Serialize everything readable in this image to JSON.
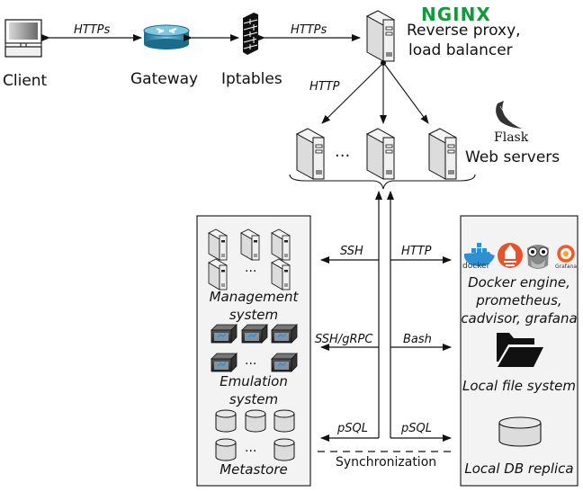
{
  "nodes": {
    "client": {
      "label": "Client",
      "icon": "computer-icon"
    },
    "gateway": {
      "label": "Gateway",
      "icon": "router-icon"
    },
    "iptables": {
      "label": "Iptables",
      "icon": "firewall-icon"
    },
    "proxy": {
      "brand": "NGINX",
      "label_line1": "Reverse proxy,",
      "label_line2": "load balancer",
      "icon": "server-icon",
      "brand_color": "#109a3c"
    },
    "web_servers": {
      "brand": "Flask",
      "label": "Web servers",
      "ellipsis": "...",
      "icon": "server-icon"
    },
    "management": {
      "label_line1": "Management",
      "label_line2": "system",
      "ellipsis": "..."
    },
    "emulation": {
      "label_line1": "Emulation",
      "label_line2": "system",
      "ellipsis": "..."
    },
    "metastore": {
      "label": "Metastore",
      "ellipsis": "..."
    },
    "tools": {
      "label_line1": "Docker engine,",
      "label_line2": "prometheus,",
      "label_line3": "cadvisor, grafana",
      "docker_text": "docker",
      "grafana_text": "Grafana"
    },
    "local_fs": {
      "label": "Local file system",
      "icon": "folder-icon"
    },
    "local_db": {
      "label": "Local DB replica",
      "icon": "database-icon"
    }
  },
  "edges": {
    "client_gateway": "HTTPs",
    "iptables_proxy": "HTTPs",
    "proxy_web": "HTTP",
    "ssh": "SSH",
    "http": "HTTP",
    "ssh_grpc": "SSH/gRPC",
    "bash": "Bash",
    "psql_left": "pSQL",
    "psql_right": "pSQL",
    "sync": "Synchronization"
  },
  "colors": {
    "panel_bg": "#f3f3f3",
    "server_face": "#e6e6e6",
    "nginx_green": "#109a3c",
    "docker_blue": "#2f8fd0",
    "prometheus_orange": "#e6522c",
    "grafana_orange": "#f15a24"
  }
}
